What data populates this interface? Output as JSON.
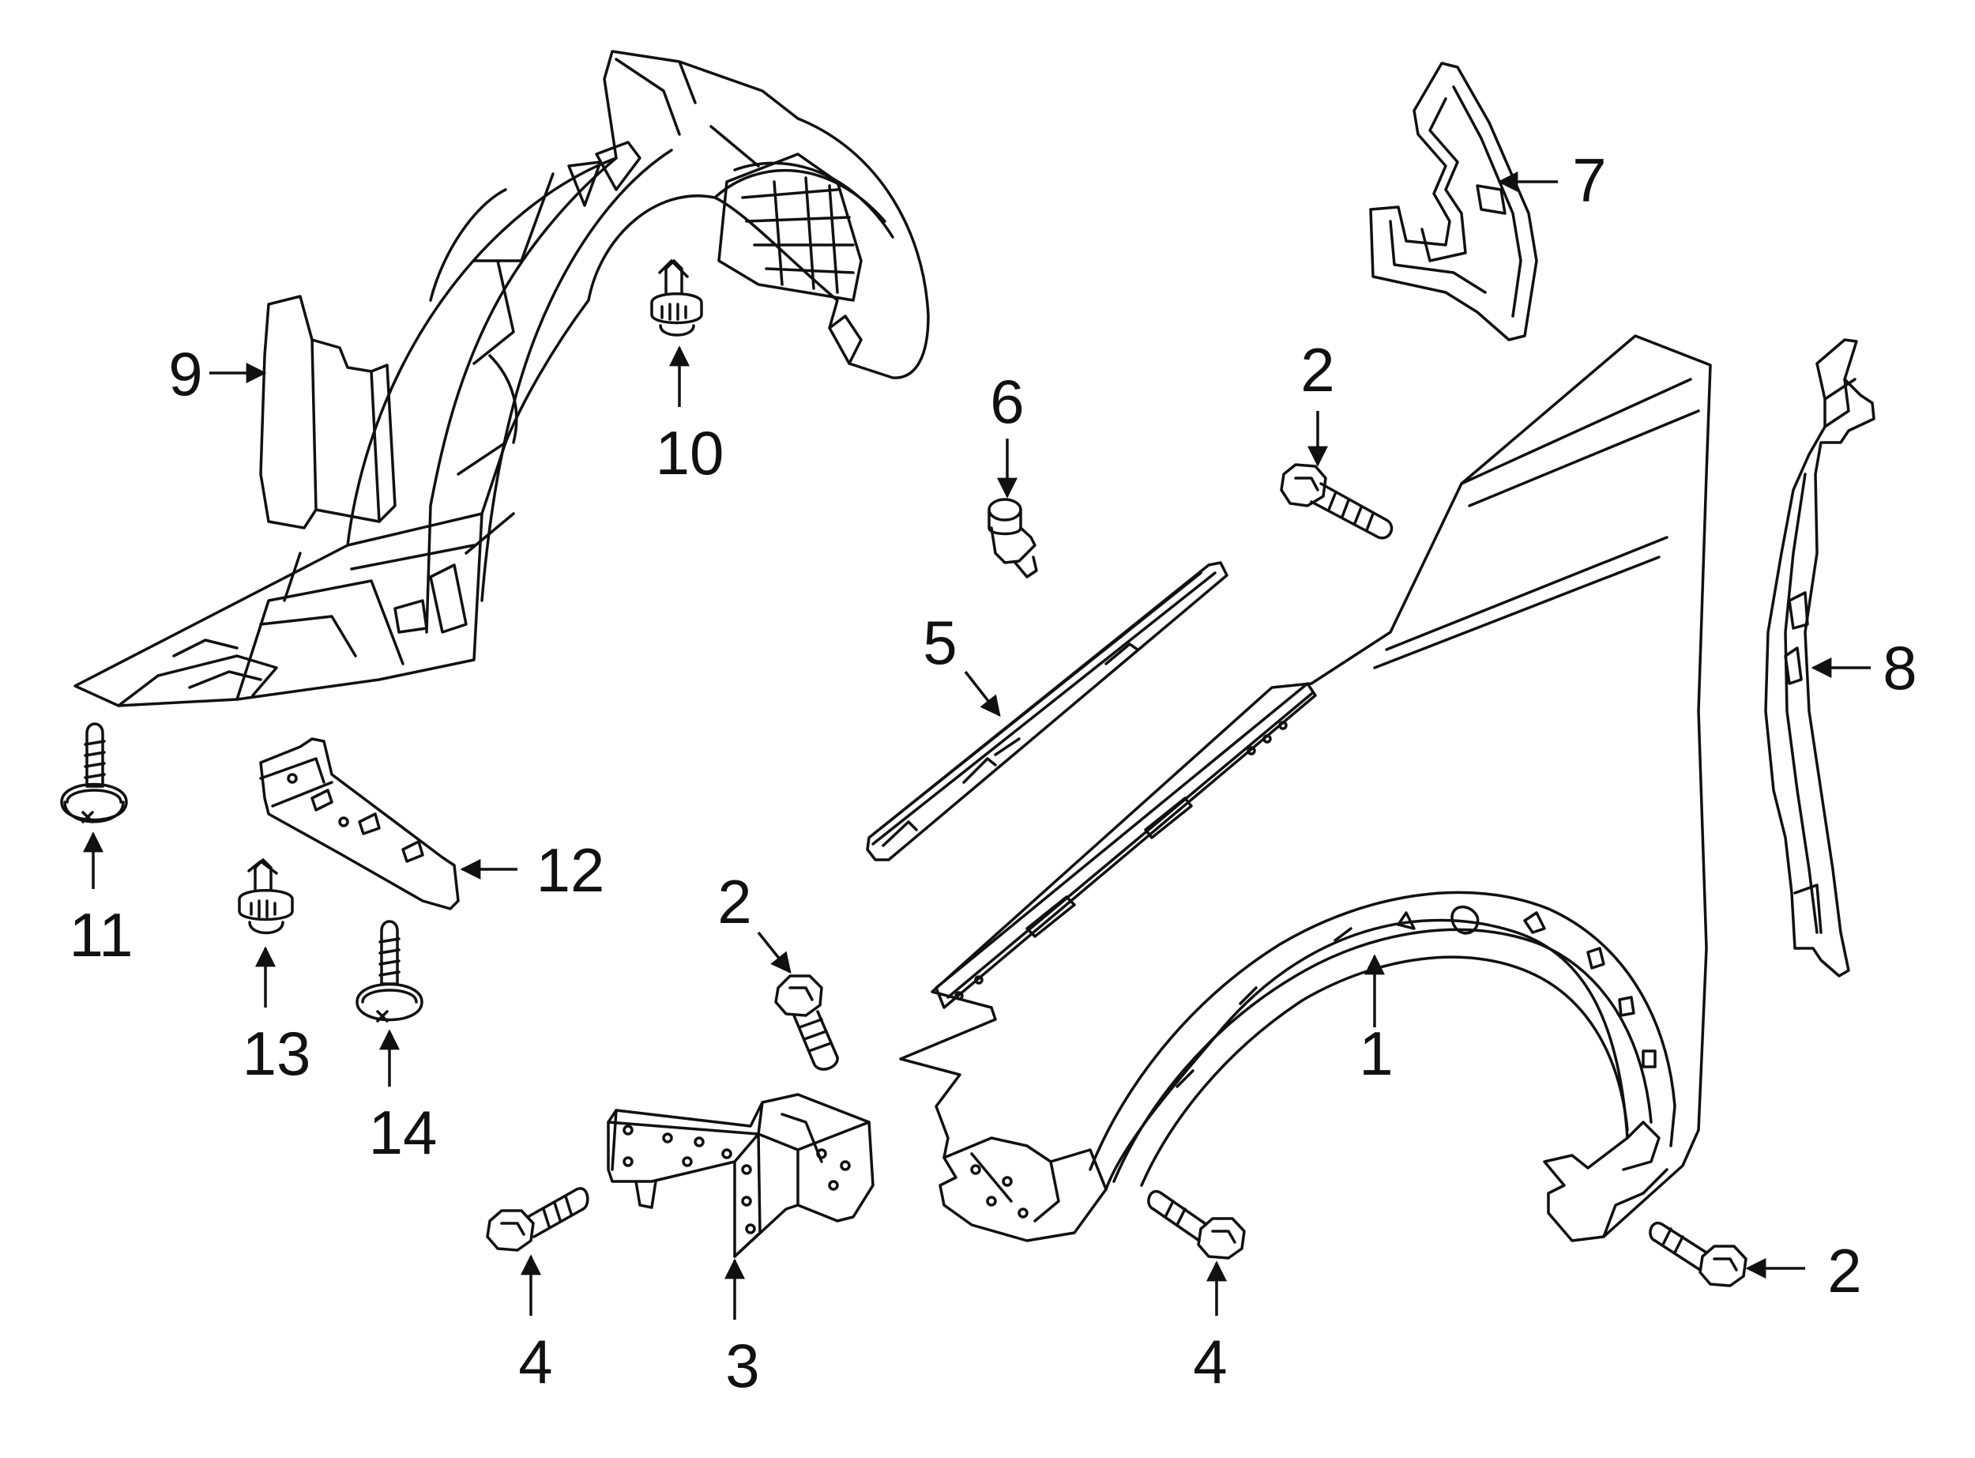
{
  "diagram": {
    "callouts": {
      "c1": "1",
      "c2a": "2",
      "c2b": "2",
      "c2c": "2",
      "c3": "3",
      "c4a": "4",
      "c4b": "4",
      "c5": "5",
      "c6": "6",
      "c7": "7",
      "c8": "8",
      "c9": "9",
      "c10": "10",
      "c11": "11",
      "c12": "12",
      "c13": "13",
      "c14": "14"
    },
    "colors": {
      "ink": "#111111",
      "background": "#ffffff"
    }
  }
}
